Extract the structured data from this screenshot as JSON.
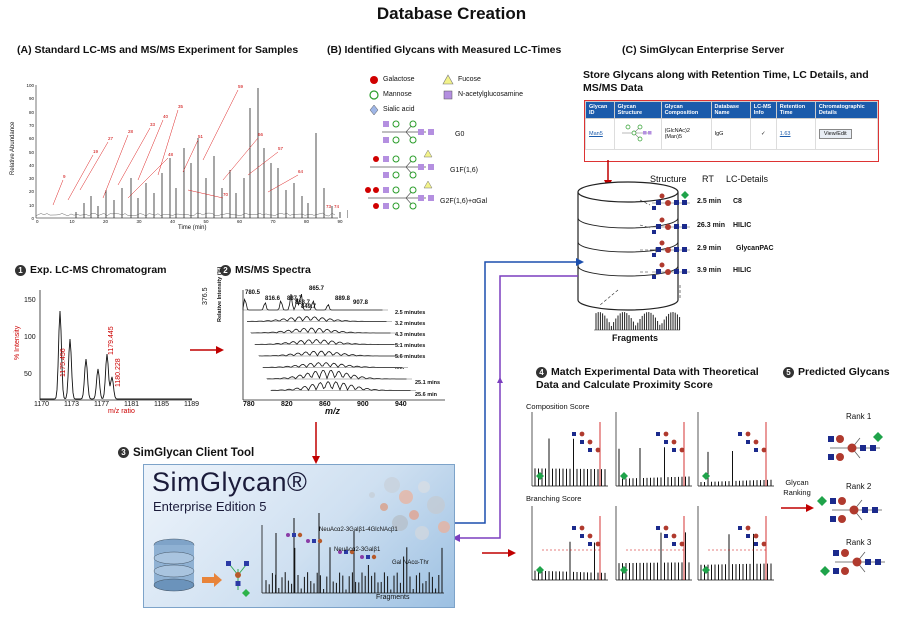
{
  "title": "Database Creation",
  "panelA": {
    "header": "(A) Standard LC-MS and MS/MS Experiment for Samples",
    "ylabel": "Relative Abundance",
    "xlabel": "Time (min)",
    "yticks": [
      "100",
      "90",
      "80",
      "70",
      "60",
      "50",
      "40",
      "30",
      "20",
      "10",
      "0"
    ],
    "xticks": [
      "0",
      "10",
      "20",
      "30",
      "40",
      "50",
      "60",
      "70",
      "80",
      "90"
    ]
  },
  "panelB": {
    "header": "(B) Identified Glycans with Measured LC-Times",
    "legend": [
      "Galactose",
      "Mannose",
      "Sialic acid",
      "Fucose",
      "N-acetylglucosamine"
    ],
    "glycans": [
      "G0",
      "G1F(1,6)",
      "G2F(1,6)+αGal"
    ]
  },
  "panelC": {
    "header": "(C) SimGlycan Enterprise Server",
    "store_label": "Store Glycans along with Retention Time, LC Details, and MS/MS Data",
    "table_headers": [
      "Glycan ID",
      "Glycan Structure",
      "Glycan Composition",
      "Database Name",
      "LC-MS Info",
      "Retention Time",
      "Chromatographic Details"
    ],
    "table_row": {
      "id": "Man5",
      "composition": "(GlcNAc)2 (Man)5",
      "database": "IgG",
      "lcms": "✓",
      "rt": "1.63",
      "details_button": "View/Edit"
    },
    "db_headers": [
      "Structure",
      "RT",
      "LC-Details"
    ],
    "db_rows": [
      {
        "rt": "2.5 min",
        "lc": "C8"
      },
      {
        "rt": "26.3 min",
        "lc": "HILIC"
      },
      {
        "rt": "2.9 min",
        "lc": "GlycanPAC"
      },
      {
        "rt": "3.9 min",
        "lc": "HILIC"
      }
    ],
    "fragments_label": "Fragments"
  },
  "step1": {
    "bullet": "1",
    "label": "Exp. LC-MS Chromatogram",
    "ylabel": "% Intensity",
    "xlabel": "m/z ratio",
    "yticks": [
      "150",
      "100",
      "50"
    ],
    "xticks": [
      "1170",
      "1173",
      "1177",
      "1181",
      "1185",
      "1189"
    ],
    "peak_labels": [
      "1175.456",
      "1179.445",
      "1180.228",
      "376.5"
    ]
  },
  "step2": {
    "bullet": "2",
    "label": "MS/MS Spectra",
    "ylabel": "Relative Intensity (%)",
    "xlabel": "m/z",
    "xticks": [
      "780",
      "820",
      "860",
      "900",
      "940"
    ],
    "peak_labels": [
      "780.5",
      "816.6",
      "837.7",
      "863.7",
      "849.7",
      "865.7",
      "889.8",
      "907.8"
    ],
    "times": [
      "2.5 minutes",
      "3.2 minutes",
      "4.3 minutes",
      "5.1 minutes",
      "5.6 minutes",
      "......",
      "25.1 mins",
      "25.6 min"
    ]
  },
  "step3": {
    "bullet": "3",
    "label": "SimGlycan Client Tool",
    "logo": "SimGlycan®",
    "edition": "Enterprise Edition 5",
    "annotations": [
      "NeuAcα2-3Galβ1-4GlcNAcβ1",
      "NeuAcα2-3Galβ1",
      "Gal NAcα-Thr"
    ],
    "fragments_label": "Fragments"
  },
  "step4": {
    "bullet": "4",
    "label": "Match Experimental Data with Theoretical Data and Calculate Proximity Score",
    "composition_score": "Composition Score",
    "branching_score": "Branching Score"
  },
  "step5": {
    "bullet": "5",
    "label": "Predicted Glycans",
    "ranking_label": "Glycan Ranking",
    "ranks": [
      "Rank 1",
      "Rank 2",
      "Rank 3"
    ]
  },
  "colors": {
    "accent_red": "#c00000",
    "arrow_blue": "#1b4fae",
    "arrow_purple": "#7b3fbf",
    "header_blue": "#1b5bab"
  }
}
